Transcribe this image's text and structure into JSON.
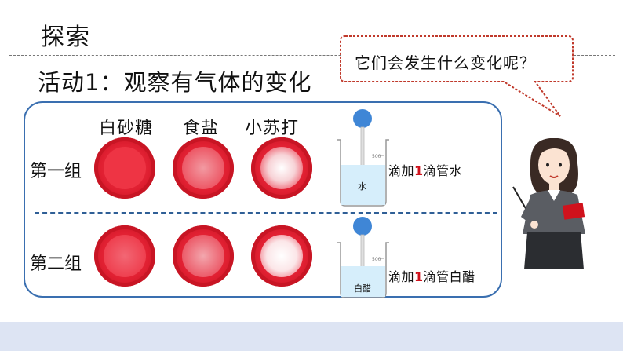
{
  "title": "探索",
  "subtitle": "活动1：观察有气体的变化",
  "speech_bubble": "它们会发生什么变化呢？",
  "columns": [
    "白砂糖",
    "食盐",
    "小苏打"
  ],
  "rows": [
    {
      "label": "第一组",
      "beaker_liquid": "水",
      "instruction_prefix": "滴加",
      "instruction_highlight": "1",
      "instruction_suffix": "滴管水"
    },
    {
      "label": "第二组",
      "beaker_liquid": "白醋",
      "instruction_prefix": "滴加",
      "instruction_highlight": "1",
      "instruction_suffix": "滴管白醋"
    }
  ],
  "beaker_scale": "500",
  "colors": {
    "panel_border": "#3a6fb0",
    "highlight": "#d0121c",
    "bubble_border": "#c0392b",
    "footer": "#dde4f3"
  }
}
